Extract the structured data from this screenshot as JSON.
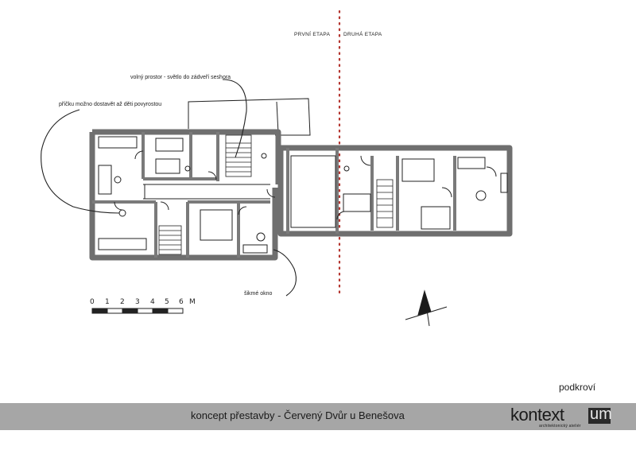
{
  "phases": {
    "first": "PRVNÍ ETAPA",
    "second": "DRUHÁ ETAPA"
  },
  "annotations": {
    "open_space": "volný prostor - světlo do zádveří seshora",
    "partition": "příčku možno dostavět až děti povyrostou",
    "skylight": "šikmé okno"
  },
  "scale": {
    "ticks": [
      "0",
      "1",
      "2",
      "3",
      "4",
      "5",
      "6"
    ],
    "unit": "M"
  },
  "sheet_label": "podkroví",
  "footer": {
    "title": "koncept přestavby - Červený Dvůr u Benešova"
  },
  "logo": {
    "main": "kontext",
    "box": "um",
    "subtitle": "architektonický ateliér"
  },
  "colors": {
    "wall": "#6f6f6f",
    "phase_line": "#b4352f",
    "footer_bg": "#a6a6a6",
    "logo_box": "#2a2a2a"
  }
}
